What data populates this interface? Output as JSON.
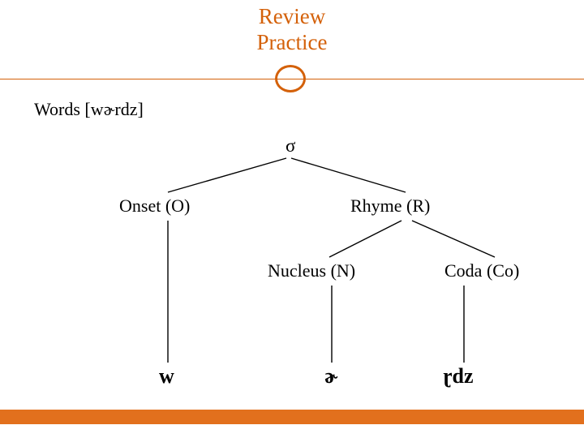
{
  "slide": {
    "title_line1": "Review",
    "title_line2": "Practice",
    "accent_color": "#D4610A",
    "bar_color": "#E2701D",
    "words_label": "Words [wɚrdz]",
    "tree": {
      "root": "σ",
      "nodes": [
        {
          "label": "Onset (O)"
        },
        {
          "label": "Rhyme (R)"
        },
        {
          "label": "Nucleus (N)"
        },
        {
          "label": "Coda (Co)"
        }
      ],
      "leaves": [
        {
          "label": "w"
        },
        {
          "label": "ɚ"
        },
        {
          "label": "ɽdz"
        }
      ]
    }
  }
}
